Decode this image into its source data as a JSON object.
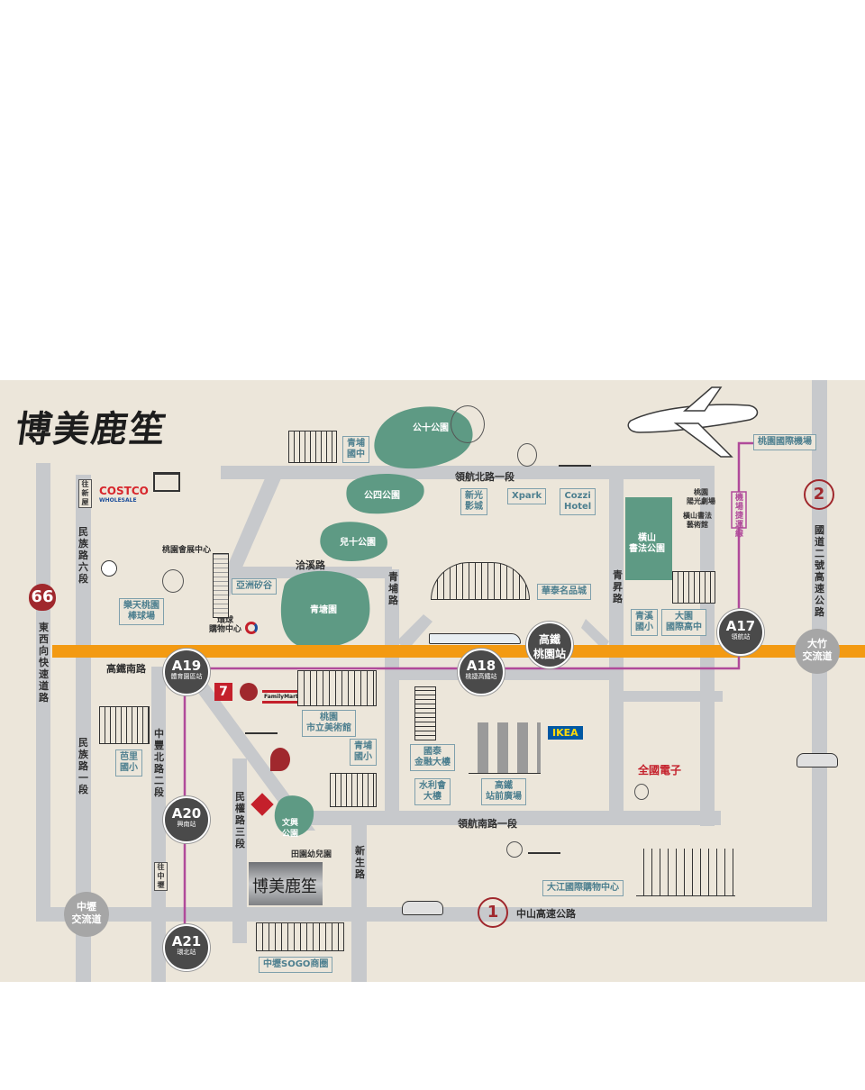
{
  "brand": {
    "logo_text": "博美鹿笙"
  },
  "roads": {
    "hsr_south": "高鐵南路",
    "linghang_north": "領航北路一段",
    "linghang_south": "領航南路一段",
    "qiaxi": "洽溪路",
    "qingpu": "青埔路",
    "qingsheng": "青昇路",
    "minzu_6": "民族路六段",
    "minzu_1": "民族路一段",
    "zhongfeng_north_2": "中豐北路二段",
    "minquan_3": "民權路三段",
    "xinsheng": "新生路",
    "zhongshan_fwy": "中山高速公路",
    "national_fwy_2": "國道二號高速公路",
    "east_west_expressway": "東西向快速道路",
    "to_xinwu": "往新屋",
    "to_zhongli": "往中壢"
  },
  "stations": [
    {
      "code": "A19",
      "name": "體育園區站"
    },
    {
      "code": "A18",
      "name": "桃捷高鐵站"
    },
    {
      "code": "A17",
      "name": "領航站"
    },
    {
      "code": "A20",
      "name": "興南站"
    },
    {
      "code": "A21",
      "name": "環北站"
    }
  ],
  "hsr_station": {
    "line1": "高鐵",
    "line2": "桃園站"
  },
  "interchanges": {
    "dazhu": [
      "大竹",
      "交流道"
    ],
    "zhongli": [
      "中壢",
      "交流道"
    ]
  },
  "highways": {
    "h66": "66",
    "h1": "1",
    "h2": "2"
  },
  "airport_link": "機場捷運線",
  "places": {
    "airport": "桃園國際機場",
    "qingpu_junior": "青埔\n國中",
    "park_10": "公十公園",
    "park_4": "公四公園",
    "park_child_10": "兒十公園",
    "qingtang_park": "青塘園",
    "hengshan_park": "橫山\n書法公園",
    "shinkong": "新光\n影城",
    "xpark": "Xpark",
    "cozzi": "Cozzi\nHotel",
    "exhibition_center": "桃園會展中心",
    "rakuten_stadium": "樂天桃園\n棒球場",
    "asia_silicon": "亞洲矽谷",
    "global_mall": "環球\n購物中心",
    "outlet": "華泰名品城",
    "yang_guang": "桃園\n陽光劇場",
    "hengshan_art": "橫山書法\n藝術館",
    "qingxi_elem": "青溪\n國小",
    "dayuan_high": "大園\n國際高中",
    "art_museum": "桃園\n市立美術館",
    "qingpu_elem": "青埔\n國小",
    "cathay": "國泰\n金融大樓",
    "water_tower": "水利會\n大樓",
    "hsr_plaza": "高鐵\n站前廣場",
    "junior_elem": "芭里\n國小",
    "wenxing_park": "文興\n公園",
    "tianyuan_kindergarten": "田園幼兒園",
    "tkec": "全國電子",
    "ikea": "IKEA",
    "costco": "COSTCO",
    "costco_sub": "WHOLESALE",
    "family_mart": "FamilyMart",
    "seven": "7",
    "dajiang": "大江國際購物中心",
    "sogo": "中壢SOGO商圈"
  },
  "colors": {
    "background": "#ece6da",
    "road": "#c7c9cc",
    "hsr_band": "#f39a12",
    "metro_line": "#b04a9a",
    "park": "#5e9a84",
    "label_box": "#4d7f8f",
    "station": "#4a4a4a"
  },
  "icons": [
    "airplane-icon",
    "bicycle-icon",
    "train-icon",
    "shopping-cart-icon",
    "baseball-icon",
    "car-icon",
    "tree-icon",
    "building-icon"
  ]
}
